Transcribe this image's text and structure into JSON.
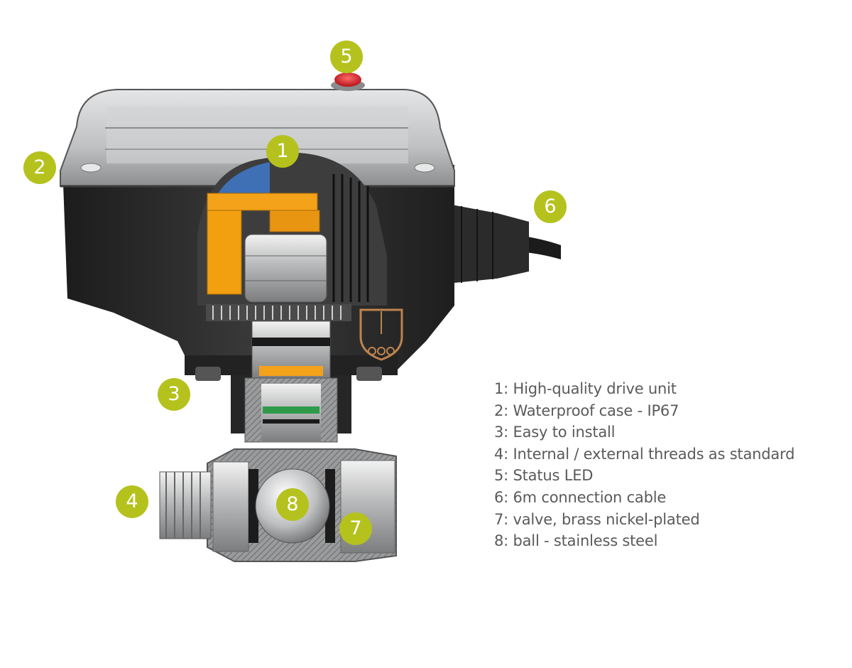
{
  "callouts": [
    {
      "id": "1",
      "label": "1"
    },
    {
      "id": "2",
      "label": "2"
    },
    {
      "id": "3",
      "label": "3"
    },
    {
      "id": "4",
      "label": "4"
    },
    {
      "id": "5",
      "label": "5"
    },
    {
      "id": "6",
      "label": "6"
    },
    {
      "id": "7",
      "label": "7"
    },
    {
      "id": "8",
      "label": "8"
    }
  ],
  "legend": [
    "1: High-quality drive unit",
    "2: Waterproof case - IP67",
    "3: Easy to install",
    "4: Internal / external threads as standard",
    "5: Status LED",
    "6: 6m connection cable",
    "7: valve, brass nickel-plated",
    "8: ball - stainless steel"
  ],
  "colors": {
    "badge": "#b5c21e",
    "legend_text": "#5a5a5a",
    "housing_dark": "#2a2a2a",
    "lid": "#c9cacb",
    "gear_orange": "#f4a21a",
    "led_red": "#d81f26",
    "seal_green": "#2f9a4a",
    "watermark": "#f0a35a"
  },
  "icons": [
    "watermark-crest-icon"
  ]
}
